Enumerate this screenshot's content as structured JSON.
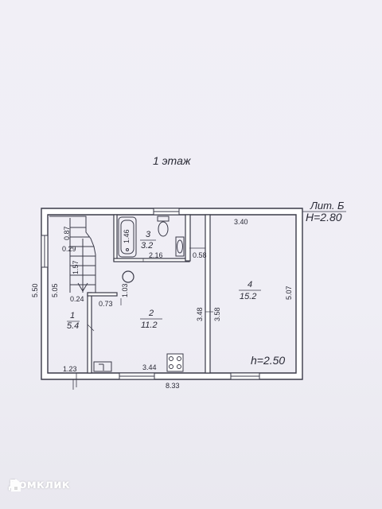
{
  "plan": {
    "floor_title": "1 этаж",
    "litera": "Лит. Б",
    "height_total": "H=2.80",
    "height_room": "h=2.50"
  },
  "rooms": [
    {
      "number": "1",
      "area": "5.4"
    },
    {
      "number": "2",
      "area": "11.2"
    },
    {
      "number": "3",
      "area": "3.2"
    },
    {
      "number": "4",
      "area": "15.2"
    }
  ],
  "dimensions": {
    "d_340": "3.40",
    "d_087": "0.87",
    "d_146": "1.46",
    "d_029": "0.29",
    "d_216": "2.16",
    "d_058": "0.58",
    "d_157": "1.57",
    "d_550": "5.50",
    "d_505": "5.05",
    "d_103": "1.03",
    "d_024": "0.24",
    "d_073": "0.73",
    "d_507": "5.07",
    "d_348": "3.48",
    "d_358": "3.58",
    "d_123": "1.23",
    "d_344": "3.44",
    "d_833": "8.33"
  },
  "watermark": {
    "brand": "Домклик",
    "icon": "house-logo-icon"
  }
}
